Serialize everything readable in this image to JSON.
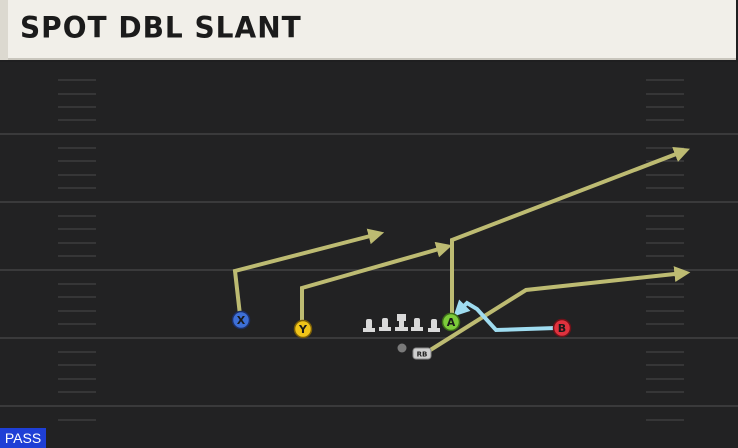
{
  "header": {
    "title": "SPOT DBL SLANT"
  },
  "play_type": "PASS",
  "players": {
    "x": {
      "label": "X",
      "color": "#3d6fd6"
    },
    "y": {
      "label": "Y",
      "color": "#f0c419"
    },
    "a": {
      "label": "A",
      "color": "#7ccb3a"
    },
    "b": {
      "label": "B",
      "color": "#e0323e"
    },
    "rb": {
      "label": "RB",
      "color": "#cfcfcf"
    }
  },
  "colors": {
    "route": "#bdbb72",
    "block_route": "#9fdcf0",
    "field": "#222223",
    "yard_line": "#3a3a3b"
  }
}
